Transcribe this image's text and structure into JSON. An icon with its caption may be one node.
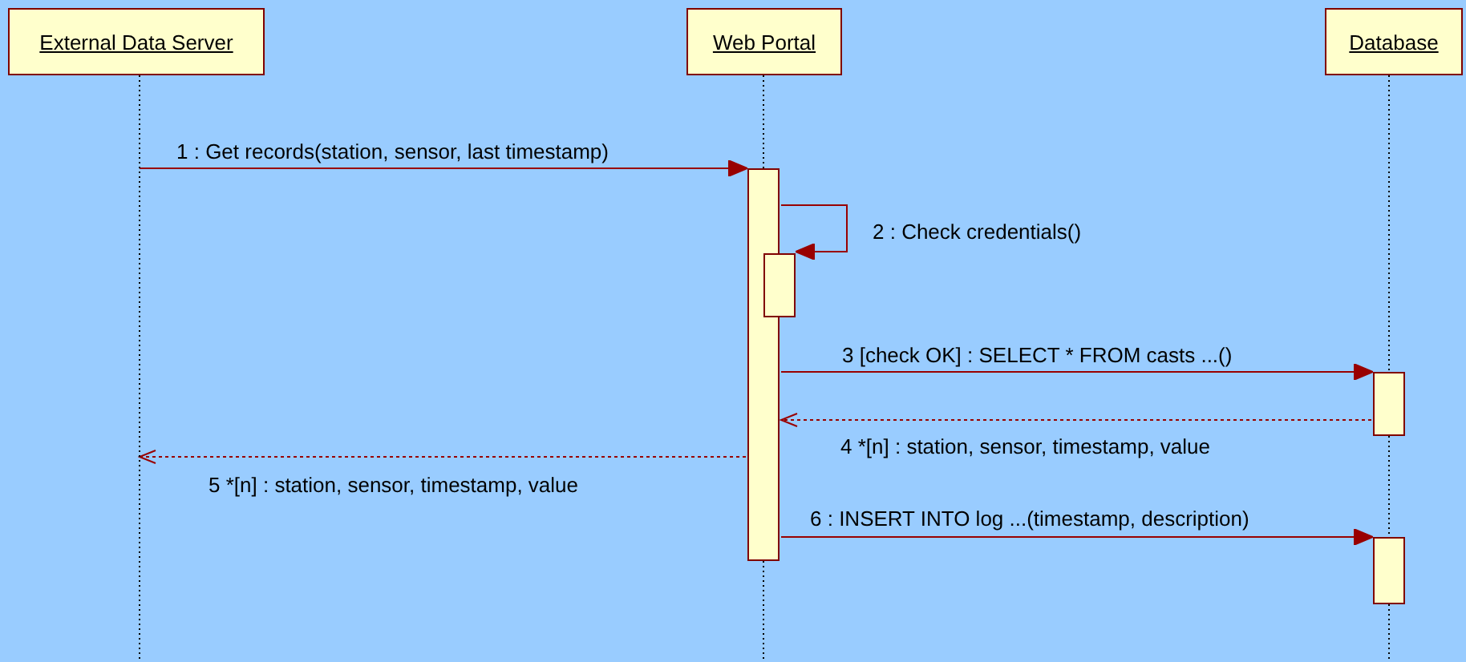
{
  "diagram": {
    "nodes": [
      {
        "text": [
          "External Data Server"
        ]
      },
      {
        "text": [
          "Web Portal"
        ]
      },
      {
        "text": [
          "Database"
        ]
      },
      {
        "text": [],
        "shape": "bar",
        "in": 1
      },
      {
        "text": [],
        "shape": "bar",
        "in": 1
      },
      {
        "text": [],
        "shape": "bar",
        "in": 2
      },
      {
        "text": [],
        "shape": "bar",
        "in": 2
      }
    ],
    "edges": [
      {
        "from": 0,
        "to": 3,
        "arrow": "to",
        "label": "1 : Get records(station, sensor, last timestamp)"
      },
      {
        "from": 3,
        "to": 4,
        "arrow": "to",
        "label": "2 : Check credentials()"
      },
      {
        "from": 3,
        "to": 5,
        "arrow": "to",
        "label": "3 [check OK] : SELECT * FROM casts ...()"
      },
      {
        "from": 5,
        "to": 3,
        "arrow": "to",
        "style": "dashed",
        "label": "4 *[n] : station, sensor, timestamp, value"
      },
      {
        "from": 3,
        "to": 0,
        "arrow": "to",
        "style": "dashed",
        "label": "5 *[n] : station, sensor, timestamp, value"
      },
      {
        "from": 3,
        "to": 6,
        "arrow": "to",
        "label": "6 : INSERT INTO log ...(timestamp, description)"
      }
    ]
  }
}
